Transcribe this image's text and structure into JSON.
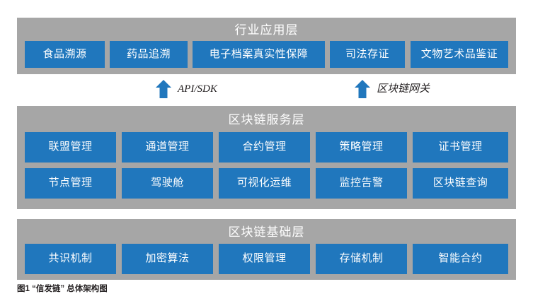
{
  "figure": {
    "caption": "图1 “信发链” 总体架构图",
    "colors": {
      "layer_band": "#a6a6a6",
      "module": "#2077bd",
      "module_text": "#ffffff",
      "layer_title_text": "#ffffff",
      "caption_text": "#231f20",
      "background": "#ffffff"
    }
  },
  "layers": [
    {
      "id": "layer-app",
      "title": "行业应用层",
      "rows": [
        {
          "modules": [
            {
              "label": "食品溯源"
            },
            {
              "label": "药品追溯"
            },
            {
              "label": "电子档案真实性保障"
            },
            {
              "label": "司法存证"
            },
            {
              "label": "文物艺术品鉴证"
            }
          ]
        }
      ]
    },
    {
      "id": "layer-service",
      "title": "区块链服务层",
      "rows": [
        {
          "modules": [
            {
              "label": "联盟管理"
            },
            {
              "label": "通道管理"
            },
            {
              "label": "合约管理"
            },
            {
              "label": "策略管理"
            },
            {
              "label": "证书管理"
            }
          ]
        },
        {
          "modules": [
            {
              "label": "节点管理"
            },
            {
              "label": "驾驶舱"
            },
            {
              "label": "可视化运维"
            },
            {
              "label": "监控告警"
            },
            {
              "label": "区块链查询"
            }
          ]
        }
      ]
    },
    {
      "id": "layer-base",
      "title": "区块链基础层",
      "rows": [
        {
          "modules": [
            {
              "label": "共识机制"
            },
            {
              "label": "加密算法"
            },
            {
              "label": "权限管理"
            },
            {
              "label": "存储机制"
            },
            {
              "label": "智能合约"
            }
          ]
        }
      ]
    }
  ],
  "connectors": [
    {
      "id": "connector-api",
      "icon": "arrow-up-icon",
      "label": "API/SDK"
    },
    {
      "id": "connector-gw",
      "icon": "arrow-up-icon",
      "label": "区块链网关"
    }
  ]
}
